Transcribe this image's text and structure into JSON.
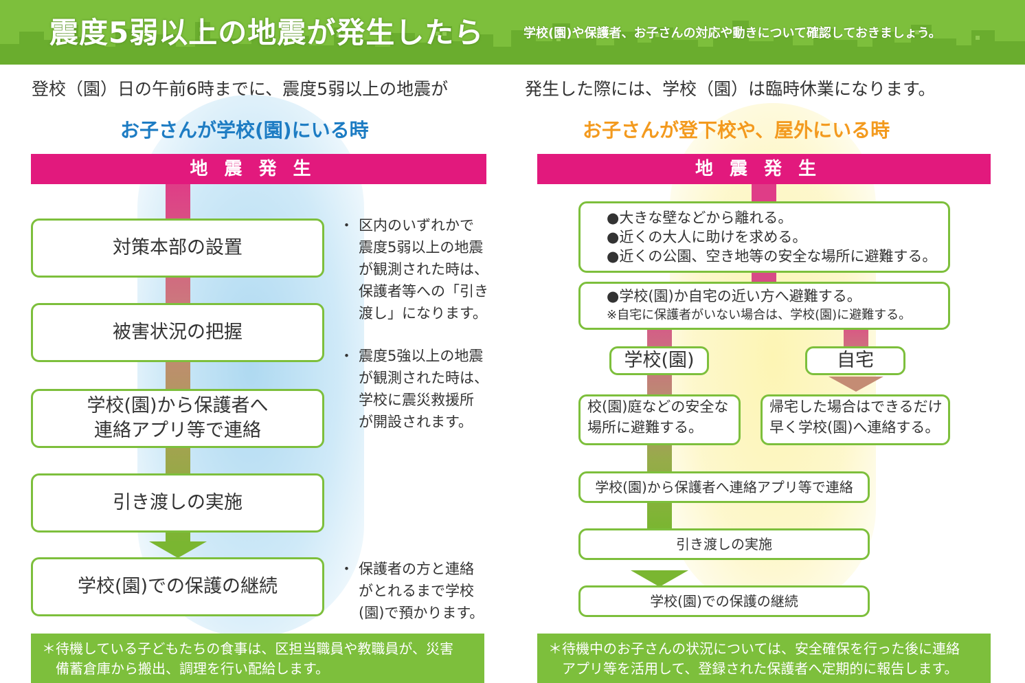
{
  "header": {
    "title": "震度5弱以上の地震が発生したら",
    "subtitle": "学校(園)や保護者、お子さんの対応や動きについて確認しておきましょう。"
  },
  "intro": {
    "left": "登校（園）日の午前6時までに、震度5弱以上の地震が",
    "right": "発生した際には、学校（園）は臨時休業になります。"
  },
  "left": {
    "heading": "お子さんが学校(園)にいる時",
    "quake": "地震発生",
    "steps": [
      "対策本部の設置",
      "被害状況の把握",
      "学校(園)から保護者へ",
      "連絡アプリ等で連絡",
      "引き渡しの実施",
      "学校(園)での保護の継続"
    ],
    "notes": [
      [
        "区内のいずれかで",
        "震度5弱以上の地震",
        "が観測された時は、",
        "保護者等への「引き",
        "渡し」になります。"
      ],
      [
        "震度5強以上の地震",
        "が観測された時は、",
        "学校に震災救援所",
        "が開設されます。"
      ],
      [
        "保護者の方と連絡",
        "がとれるまで学校",
        "(園)で預かります。"
      ]
    ],
    "footer": [
      "＊待機している子どもたちの食事は、区担当職員や教職員が、災害",
      "備蓄倉庫から搬出、調理を行い配給します。"
    ]
  },
  "right": {
    "heading": "お子さんが登下校や、屋外にいる時",
    "quake": "地震発生",
    "actions": [
      "●大きな壁などから離れる。",
      "●近くの大人に助けを求める。",
      "●近くの公園、空き地等の安全な場所に避難する。"
    ],
    "evac": "●学校(園)か自宅の近い方へ避難する。",
    "evac_note": "※自宅に保護者がいない場合は、学校(園)に避難する。",
    "school_label": "学校(園)",
    "home_label": "自宅",
    "school_action": [
      "校(園)庭などの安全な",
      "場所に避難する。"
    ],
    "home_action": [
      "帰宅した場合はできるだけ",
      "早く学校(園)へ連絡する。"
    ],
    "steps": [
      "学校(園)から保護者へ連絡アプリ等で連絡",
      "引き渡しの実施",
      "学校(園)での保護の継続"
    ],
    "footer": [
      "＊待機中のお子さんの状況については、安全確保を行った後に連絡",
      "アプリ等を活用して、登録された保護者へ定期的に報告します。"
    ]
  },
  "colors": {
    "green": "#7dbf3c",
    "magenta": "#e2197d",
    "blue_heading": "#1d7cc3",
    "orange_heading": "#f39a1e"
  }
}
